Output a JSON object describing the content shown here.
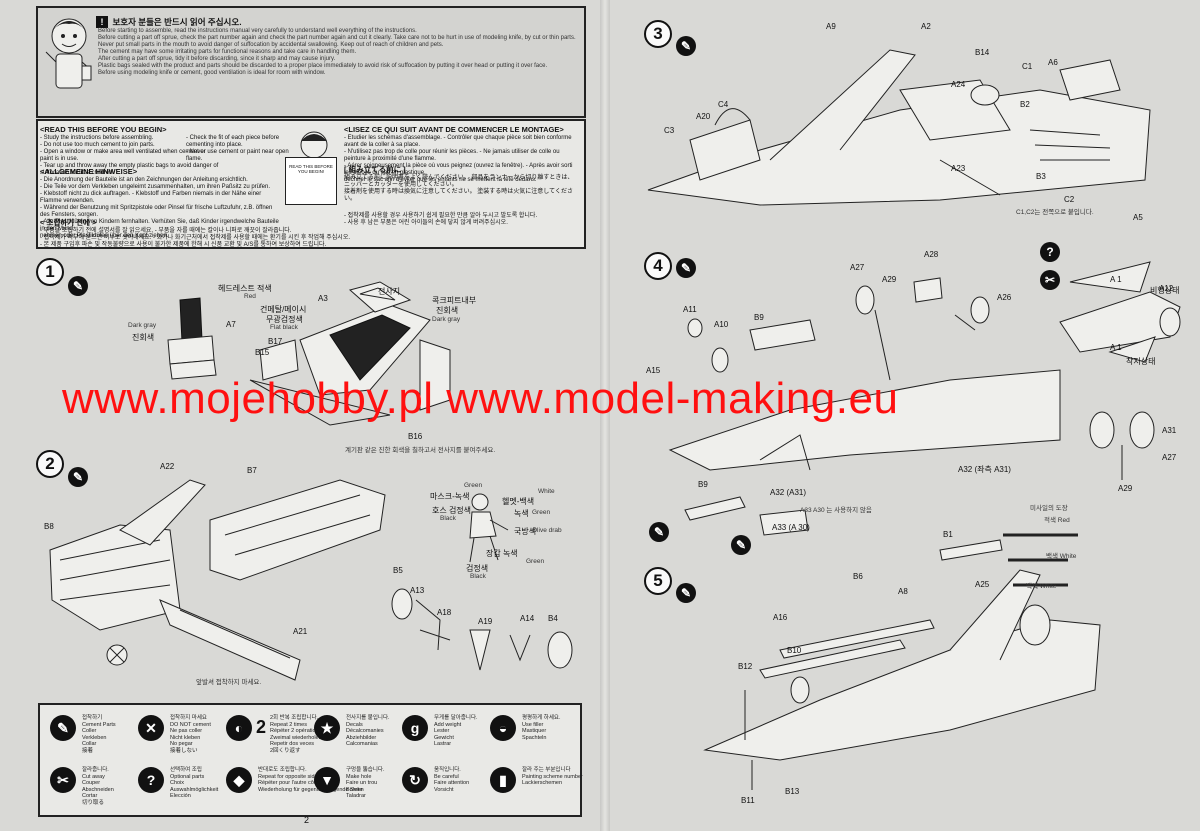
{
  "warning_box": {
    "title_kr": "보호자 분들은 반드시 읽어 주십시오.",
    "lines": [
      "Before starting to assemble, read the instructions manual very carefully to understand well everything of the instructions.",
      "Before cutting a part off sprue, check the part number again and check the part number again and cut it clearly. Take care not to be hurt in use of modeling knife, by cut or thin parts.",
      "Never put small parts in the mouth to avoid danger of suffocation by accidental swallowing. Keep out of reach of children and pets.",
      "The cement may have some irritating parts for functional reasons and take care in handling them.",
      "After cutting a part off sprue, tidy it before discarding, since it sharp and may cause injury.",
      "Plastic bags sealed with the product and parts should be discarded to a proper place immediately to avoid risk of suffocation by putting it over head or putting it over face.",
      "Before using modeling knife or cement, good ventilation is ideal for room with window."
    ]
  },
  "read_before": {
    "en_title": "<READ THIS BEFORE YOU BEGIN>",
    "en_lines": [
      "- Study the instructions before assembling.",
      "- Do not use too much cement to join parts.",
      "- Open a window or make area well ventilated when cement or paint is in use.",
      "- Tear up and throw away the empty plastic bags to avoid danger of suffocation for little children."
    ],
    "en_right": [
      "- Check the fit of each piece before cementing into place.",
      "- Never use cement or paint near open flame."
    ],
    "de_title": "<ALLGEMEINE HINWEISE>",
    "de_lines": [
      "- Die Anordnung der Bauteile ist an den Zeichnungen der Anleitung ersichtlich.",
      "- Die Teile vor dem Verkleben ungeleimt zusammenhalten, um ihren Paßsitz zu prüfen.",
      "- Klebstoff nicht zu dick auftragen.   - Klebstoff und Farben niemals in der Nähe einer Flamme verwenden.",
      "- Während der Benutzung mit Spritzpistole oder Pinsel für frische Luftzufuhr, z.B. öffnen des Fensters, sorgen.",
      "- Alle Plastiktüten von Kindern fernhalten. Verhüten Sie, daß Kinder irgendwelche Bauteile in den Mund",
      "  nehmen oder Plastiktüten über den Kopf ziehen."
    ],
    "kr_title": "< 조립하기 전에 >",
    "kr_lines": [
      "- 부품을 조립하기 전에 설명서를 잘 읽으세요.     - 부품을 자를 때에는 칼이나 니퍼로 깨끗이 잘라줍니다.",
      "- 접착제가 피부에 묻으면 비누로 씻어내세요.     - 화기나 화기근처에서 접착제를 사용할 때에는 환기를 시킨 후 작업해 주십시오.",
      "- 본 제품 구입후 파손 및 작동불량으로 사용이 불가한 제품에 한해 시 신품 교환 및 A/S를 통하여 보상하여 드립니다."
    ],
    "fr_title": "<LISEZ CE QUI SUIT AVANT DE COMMENCER LE MONTAGE>",
    "fr_lines": [
      "- Etudier les schémas d'assemblage.   - Contrôler que chaque pièce soit bien conforme avant de la coller à sa place.",
      "- N'utilisez pas trop de colle pour réunir les pièces.   - Ne jamais utiliser de colle ou peinture à proximité d'une flamme.",
      "- Aérer soigneusement la pièce où vous peignez (ouvrez la fenêtre).   - Après avoir sorti les pièces du sac en plastique,",
      "  déchirer le sac afin d'éviter que les enfants ne se mettent la tête dedans."
    ],
    "jp_title": "[ 組み立てる前に ]",
    "jp_lines": [
      "組み立てる前に説明書をよく読んでください。 部品をランナーから切り離すときは、ニッパーとカッターを使用してください。",
      "接着剤を使用する時は換気に注意してください。 塗装する時は火気に注意してください。"
    ],
    "kr_right": [
      "- 접착제를 사용할 경우 사용하기 쉽게 필요한 만큼 알아 두시고 발도록 합니다.",
      "- 사용 후 남은 부품은 어린 아이들의 손에 닿지 않게 버려주십시오."
    ],
    "speech": "READ THIS BEFORE YOU BEGIN!"
  },
  "watermark": "www.mojehobby.pl www.model-making.eu",
  "page_number": "2",
  "steps": {
    "s1": {
      "num": "1",
      "labels": {
        "headrest": "헤드레스트  적색",
        "red": "Red",
        "a7": "A7",
        "dark_gray": "Dark gray",
        "dark_gray_kr": "진회색",
        "a3": "A3",
        "jeonsaji": "전사지",
        "kokpit": "콕크피트내부",
        "jinhoe": "진회색",
        "dark_gray2": "Dark gray",
        "gunmetal": "건메탈/메이시",
        "flat_black_kr": "무광검정색",
        "flat_black": "Flat black",
        "b15": "B15",
        "b17": "B17",
        "b16": "B16",
        "bottom_note": "계기판 같은 진한 회색을 칠하고서 전사지를 붙여주세요."
      }
    },
    "s2": {
      "num": "2",
      "labels": {
        "a22": "A22",
        "b7": "B7",
        "b8": "B8",
        "a21": "A21",
        "green": "Green",
        "white": "White",
        "masuk": "마스크-녹색",
        "helmet": "헬멧-백색",
        "hose": "호스 검정색",
        "black": "Black",
        "noksaek": "녹색",
        "green2": "Green",
        "olive": "국방색",
        "olive_drab": "Olive drab",
        "glove": "장갑  녹색",
        "green3": "Green",
        "boots": "검정색",
        "black2": "Black",
        "b5": "B5",
        "a13": "A13",
        "a18": "A18",
        "a19": "A19",
        "a14": "A14",
        "b4": "B4",
        "note": "앞발셔 접착하지 마세요."
      }
    },
    "s3": {
      "num": "3",
      "labels": {
        "a9": "A9",
        "a2": "A2",
        "b14": "B14",
        "a24": "A24",
        "c4": "C4",
        "a20": "A20",
        "c3": "C3",
        "a23": "A23",
        "c1": "C1",
        "a6": "A6",
        "b2": "B2",
        "b3": "B3",
        "c2": "C2",
        "a5": "A5",
        "note": "C1,C2는 전쪽으로 붙입니다."
      }
    },
    "s4": {
      "num": "4",
      "labels": {
        "a27": "A27",
        "a29": "A29",
        "a28": "A28",
        "a26": "A26",
        "a11": "A11",
        "a10": "A10",
        "b9": "B9",
        "a15": "A15",
        "a32r": "A32 (좌측 A31)",
        "a31": "A31",
        "a27b": "A27",
        "a29b": "A29",
        "a1": "A 1",
        "bihaeng": "비행상태",
        "a12": "A12",
        "a1b": "A 1",
        "chakryuk": "착지상태",
        "b9b": "B9",
        "a32": "A32 (A31)",
        "a33note": "A33  A30 는 사용하지 않음",
        "a33": "A33 (A 30)"
      }
    },
    "s5": {
      "num": "5",
      "labels": {
        "misail": "미사일의 도장",
        "red": "적색  Red",
        "white": "백색  White",
        "white2": "백색  White",
        "b1": "B1",
        "b6": "B6",
        "a8": "A8",
        "a25": "A25",
        "a16": "A16",
        "b10": "B10",
        "b12": "B12",
        "b11": "B11",
        "b13": "B13"
      }
    }
  },
  "legend": [
    {
      "sym": "cement-icon",
      "text": "접착하기\nCement Parts\nColler\nVerkleben\nCollar\n接着"
    },
    {
      "sym": "no-cement-icon",
      "text": "접착하지 마세요\nDO NOT cement\nNe pas coller\nNicht kleben\nNo pegar\n接着しない"
    },
    {
      "sym": "repeat-icon",
      "text": "2회 반복 조립합니다.\nRepeat 2 times\nRépéter 2 opérations\nZweimal wiederholen\nRepetir dos veces\n2回くり返す",
      "mark": "2"
    },
    {
      "sym": "decal-icon",
      "text": "전사지를 붙입니다.\nDecals\nDécalcomanies\nAbziehbilder\nCalcomanias"
    },
    {
      "sym": "weight-icon",
      "text": "무게를 달아줍니다.\nAdd weight\nLester\nGewicht\nLastrar",
      "mark": "g"
    },
    {
      "sym": "flat-icon",
      "text": "평평하게 하세요.\nUse filler\nMastiquer\nSpachteln"
    },
    {
      "sym": "cut-icon",
      "text": "잘라줍니다.\nCut away\nCouper\nAbschneiden\nCortar\n切り取る"
    },
    {
      "sym": "option-icon",
      "text": "선택하여 조립\nOptional parts\nChoix\nAuswahlmöglichkeit\nElección",
      "mark": "?"
    },
    {
      "sym": "repeat-opp-icon",
      "text": "반대로도 조립합니다.\nRepeat for opposite side\nRépéter pour l'autre côté\nWiederholung für gegenüberliegende Seite"
    },
    {
      "sym": "drill-icon",
      "text": "구멍을 뚫습니다.\nMake hole\nFaire un trou\nBohren\nTaladrar"
    },
    {
      "sym": "move-icon",
      "text": "움직입니다.\nBe careful\nFaire attention\nVorsicht"
    },
    {
      "sym": "canopy-icon",
      "text": "잘라 주는 부분입니다\nPainting scheme number\nLackierschemen"
    }
  ]
}
